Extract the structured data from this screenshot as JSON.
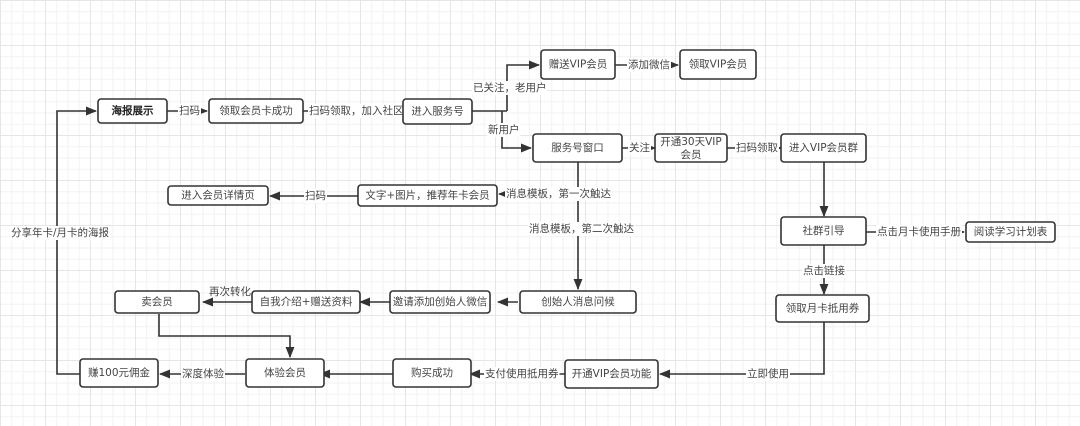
{
  "diagram": {
    "type": "flowchart",
    "nodes": {
      "poster": "海报展示",
      "get_card": "领取会员卡成功",
      "enter_account": "进入服务号",
      "gift_vip": "赠送VIP会员",
      "receive_vip": "领取VIP会员",
      "account_window": "服务号窗口",
      "open_30day_line1": "开通30天VIP",
      "open_30day_line2": "会员",
      "vip_group": "进入VIP会员群",
      "member_detail": "进入会员详情页",
      "text_image": "文字+图片，推荐年卡会员",
      "community_guide": "社群引导",
      "read_plan": "阅读学习计划表",
      "monthly_coupon": "领取月卡抵用券",
      "founder_greeting": "创始人消息问候",
      "invite_wechat": "邀请添加创始人微信",
      "self_intro": "自我介绍+赠送资料",
      "sell_member": "卖会员",
      "earn_commission": "赚100元佣金",
      "experience_member": "体验会员",
      "purchase_success": "购买成功",
      "open_vip_feature": "开通VIP会员功能"
    },
    "edge_labels": {
      "scan1": "扫码",
      "scan_join": "扫码领取，加入社区",
      "followed_old": "已关注，老用户",
      "new_user": "新用户",
      "add_wechat": "添加微信",
      "follow": "关注",
      "scan_receive": "扫码领取",
      "template_first": "消息模板，第一次触达",
      "scan2": "扫码",
      "template_second": "消息模板，第二次触达",
      "click_manual": "点击月卡使用手册",
      "click_link": "点击链接",
      "use_now": "立即使用",
      "pay_coupon": "支付使用抵用券",
      "deep_experience": "深度体验",
      "reconvert": "再次转化",
      "share_poster": "分享年卡/月卡的海报"
    }
  }
}
